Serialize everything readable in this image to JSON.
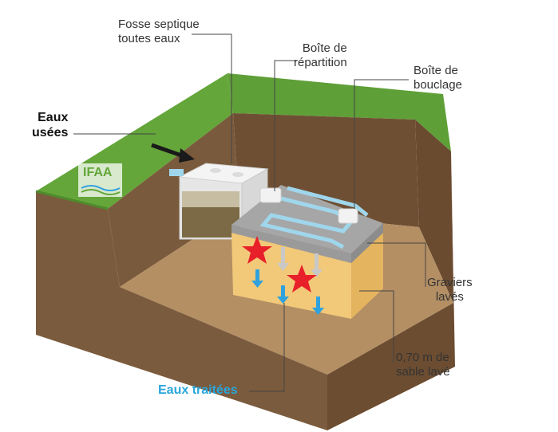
{
  "labels": {
    "fosse": [
      "Fosse septique",
      "toutes eaux"
    ],
    "repartition": [
      "Boîte de",
      "répartition"
    ],
    "bouclage": [
      "Boîte de",
      "bouclage"
    ],
    "eaux_usees": [
      "Eaux",
      "usées"
    ],
    "graviers": [
      "Graviers",
      "lavés"
    ],
    "sable": [
      "0,70 m de",
      "sable lavé"
    ],
    "eaux_traitees": "Eaux traitées"
  },
  "logo": {
    "text": "IFAA"
  },
  "colors": {
    "grass": "#64a63a",
    "soil": "#7a5a3c",
    "pit_floor": "#b48f64",
    "sand": "#f2c979",
    "gravel": "#a6a6a6",
    "pipe": "#9fd6ec",
    "water_arrow": "#2fa2de",
    "star": "#e8202a",
    "accent_blue": "#29a6dc"
  }
}
